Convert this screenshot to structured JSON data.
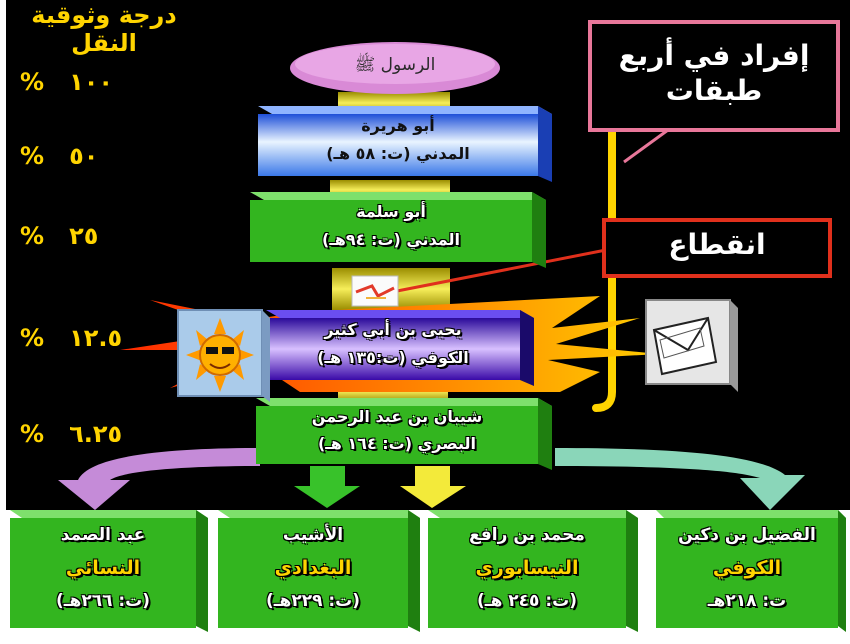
{
  "heading": "درجة وثوقية النقل",
  "percentages": [
    {
      "value": "١٠٠",
      "sign": "%"
    },
    {
      "value": "٥٠",
      "sign": "%"
    },
    {
      "value": "٢٥",
      "sign": "%"
    },
    {
      "value": "١٢.٥",
      "sign": "%"
    },
    {
      "value": "٦.٢٥",
      "sign": "%"
    }
  ],
  "chain": {
    "prophet": "الرسول ﷺ",
    "n1": {
      "name": "أبو هريرة",
      "detail": "المدني (ت: ٥٨ هـ)"
    },
    "n2": {
      "name": "أبو سلمة",
      "detail": "المدني (ت: ٩٤هـ)"
    },
    "n3": {
      "name": "يحيى بن أبي كثير",
      "detail": "الكوفي (ت:١٣٥ هـ)"
    },
    "n4": {
      "name": "شيبان بن عبد الرحمن",
      "detail": "البصري (ت: ١٦٤ هـ)"
    }
  },
  "callouts": {
    "individuals": "إفراد في أربع طبقات",
    "break": "انقطاع"
  },
  "bottom": [
    {
      "name": "الفضيل بن دكين",
      "region": "الكوفي",
      "date": "ت: ٢١٨هـ"
    },
    {
      "name": "محمد بن رافع",
      "region": "النيسابوري",
      "date": "(ت: ٢٤٥ هـ)"
    },
    {
      "name": "الأشيب",
      "region": "البغدادي",
      "date": "(ت: ٢٢٩هـ)"
    },
    {
      "name": "عبد الصمد",
      "region": "النسائي",
      "date": "(ت: ٢٦٦هـ)"
    }
  ],
  "colors": {
    "background": "#000000",
    "green_box": "#33b51f",
    "yellow_text": "#ffd400",
    "pink_border": "#e8779a",
    "red_border": "#e0301c",
    "bracket": "#ffd400",
    "ellipse": "#d98ad6"
  }
}
